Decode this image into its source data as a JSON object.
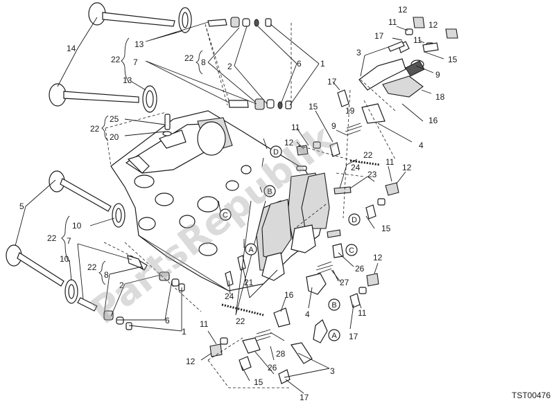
{
  "diagram": {
    "drawing_code": "TST00476",
    "watermark": "PartsRepublik",
    "callouts": {
      "n1a": "1",
      "n1b": "1",
      "n2a": "2",
      "n2b": "2",
      "n3a": "3",
      "n3b": "3",
      "n4a": "4",
      "n4b": "4",
      "n5": "5",
      "n6a": "6",
      "n6b": "6",
      "n7a": "7",
      "n7b": "7",
      "n8a": "8",
      "n8b": "8",
      "n9a": "9",
      "n9b": "9",
      "n10a": "10",
      "n10b": "10",
      "n11a": "11",
      "n11b": "11",
      "n11c": "11",
      "n11d": "11",
      "n11e": "11",
      "n11f": "11",
      "n12a": "12",
      "n12b": "12",
      "n12c": "12",
      "n12d": "12",
      "n12e": "12",
      "n12f": "12",
      "n13a": "13",
      "n13b": "13",
      "n14": "14",
      "n15a": "15",
      "n15b": "15",
      "n15c": "15",
      "n15d": "15",
      "n16a": "16",
      "n16b": "16",
      "n17a": "17",
      "n17b": "17",
      "n17c": "17",
      "n17d": "17",
      "n18": "18",
      "n19": "19",
      "n20": "20",
      "n21": "21",
      "n22a": "22",
      "n22b": "22",
      "n22c": "22",
      "n22d": "22",
      "n22e": "22",
      "n22f": "22",
      "n22g": "22",
      "n23": "23",
      "n24a": "24",
      "n24b": "24",
      "n25": "25",
      "n26a": "26",
      "n26b": "26",
      "n27": "27",
      "n28": "28"
    },
    "markers": {
      "a1": "A",
      "a2": "A",
      "b1": "B",
      "b2": "B",
      "c1": "C",
      "c2": "C",
      "d1": "D",
      "d2": "D"
    }
  }
}
